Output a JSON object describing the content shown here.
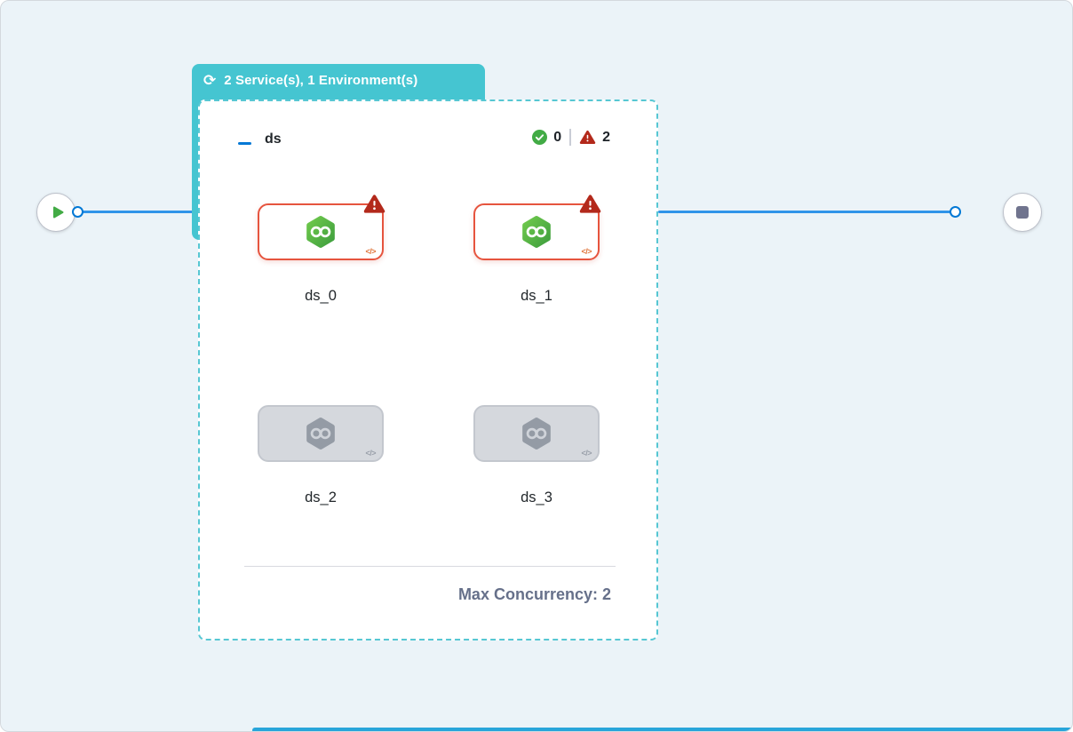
{
  "badge": {
    "label": "2 Service(s), 1 Environment(s)"
  },
  "group": {
    "name": "ds",
    "success_count": "0",
    "error_count": "2",
    "max_concurrency": "Max Concurrency: 2"
  },
  "nodes": [
    {
      "label": "ds_0",
      "state": "failed"
    },
    {
      "label": "ds_1",
      "state": "failed"
    },
    {
      "label": "ds_2",
      "state": "not-started"
    },
    {
      "label": "ds_3",
      "state": "not-started"
    }
  ],
  "icons": {
    "loop": "⟳",
    "code": "</>",
    "collapse": "minus-bar",
    "success": "check-circle",
    "failure": "warning-triangle",
    "start": "play-triangle",
    "end": "stop-square"
  },
  "colors": {
    "canvas_bg": "#ebf3f8",
    "badge_teal": "#45c5d1",
    "dashed_border": "#57c7d3",
    "edge_blue": "#3094e9",
    "port_blue": "#0278d5",
    "success_green": "#42ab45",
    "service_green": "#4aa83f",
    "error_red": "#b3291b",
    "error_card_border": "#e6543e",
    "disabled_gray": "#d5d8dd",
    "text_dark": "#22272b",
    "text_muted": "#66708a"
  }
}
